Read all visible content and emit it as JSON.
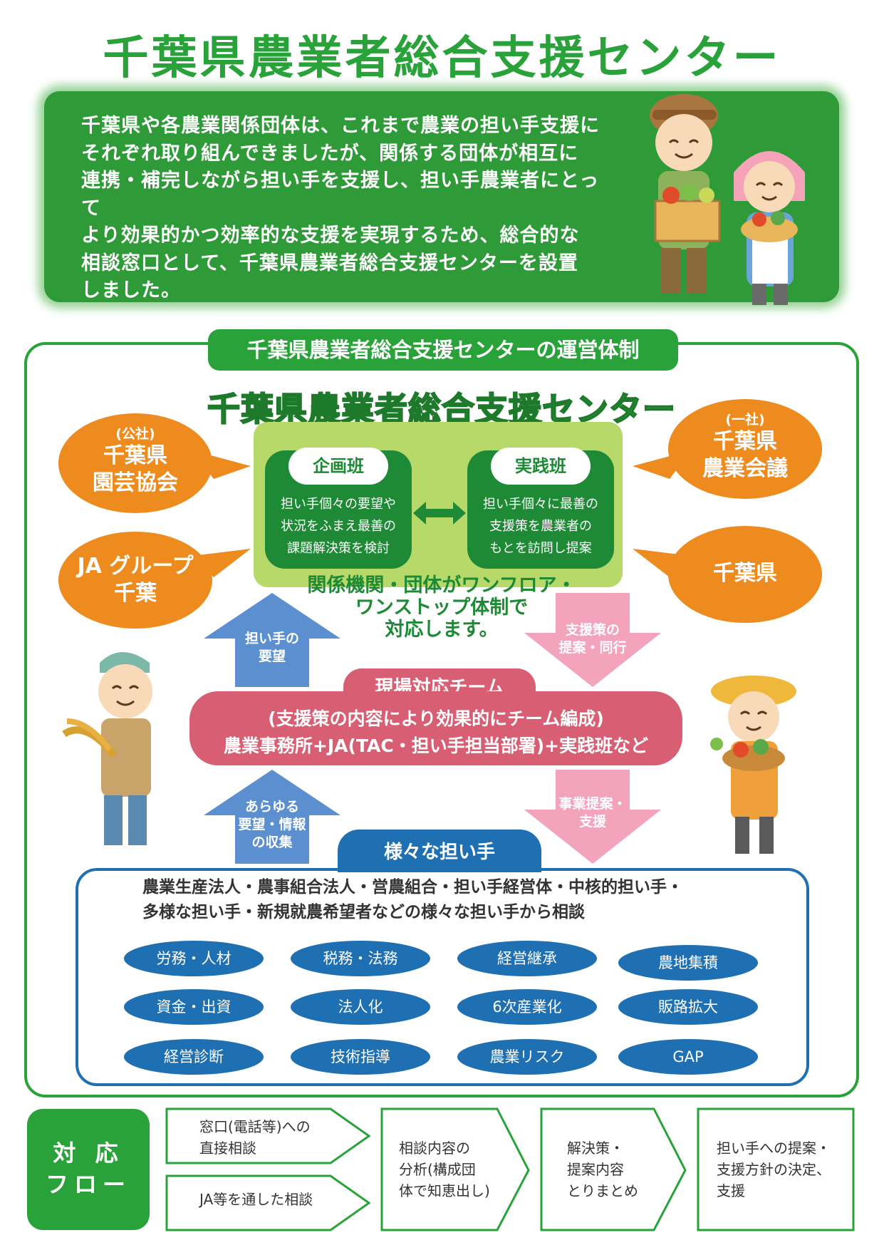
{
  "title": "千葉県農業者総合支援センター",
  "intro": {
    "lines": [
      "千葉県や各農業関係団体は、これまで農業の担い手支援に",
      "それぞれ取り組んできましたが、関係する団体が相互に",
      "連携・補完しながら担い手を支援し、担い手農業者にとって",
      "より効果的かつ効率的な支援を実現するため、総合的な",
      "相談窓口として、千葉県農業者総合支援センターを設置",
      "しました。"
    ]
  },
  "structure": {
    "heading": "千葉県農業者総合支援センターの運営体制",
    "center_title": "千葉県農業者総合支援センター",
    "planning": {
      "label": "企画班",
      "lines": [
        "担い手個々の要望や",
        "状況をふまえ最善の",
        "課題解決策を検討"
      ]
    },
    "practice": {
      "label": "実践班",
      "lines": [
        "担い手個々に最善の",
        "支援策を農業者の",
        "もとを訪問し提案"
      ]
    },
    "onefloor": [
      "関係機関・団体がワンフロア・",
      "ワンストップ体制で",
      "対応します。"
    ],
    "orgs": {
      "horticulture": {
        "small": "(公社)",
        "lines": [
          "千葉県",
          "園芸協会"
        ]
      },
      "ja": {
        "lines": [
          "JA グループ",
          "千葉"
        ]
      },
      "council": {
        "small": "(一社)",
        "lines": [
          "千葉県",
          "農業会議"
        ]
      },
      "pref": {
        "lines": [
          "千葉県"
        ]
      }
    },
    "arrows": {
      "up1": [
        "担い手の",
        "要望"
      ],
      "down1": [
        "支援策の",
        "提案・同行"
      ],
      "up2": [
        "あらゆる",
        "要望・情報",
        "の収集"
      ],
      "down2": [
        "事業提案・",
        "支援"
      ]
    },
    "field_team": {
      "label": "現場対応チーム",
      "lines": [
        "(支援策の内容により効果的にチーム編成)",
        "農業事務所+JA(TAC・担い手担当部署)+実践班など"
      ]
    },
    "bearers": {
      "label": "様々な担い手",
      "intro": [
        "農業生産法人・農事組合法人・営農組合・担い手経営体・中核的担い手・",
        "多様な担い手・新規就農希望者などの様々な担い手から相談"
      ],
      "topics": [
        "労務・人材",
        "税務・法務",
        "経営継承",
        "農地集積",
        "資金・出資",
        "法人化",
        "6次産業化",
        "販路拡大",
        "経営診断",
        "技術指導",
        "農業リスク",
        "GAP"
      ]
    }
  },
  "flow": {
    "label_lines": [
      "対 応",
      "フロー"
    ],
    "step1a": [
      "窓口(電話等)への",
      "直接相談"
    ],
    "step1b": [
      "JA等を通した相談"
    ],
    "step2": [
      "相談内容の",
      "分析(構成団",
      "体で知恵出し)"
    ],
    "step3": [
      "解決策・",
      "提案内容",
      "とりまとめ"
    ],
    "step4": [
      "担い手への提案・",
      "支援方針の決定、",
      "支援"
    ]
  },
  "colors": {
    "green": "#2aa23a",
    "orange": "#ee8b1e",
    "pink": "#d85f73",
    "blue": "#1f6fb3",
    "arrow_blue": "#5b8fd0",
    "arrow_pink": "#f4a3bd"
  }
}
